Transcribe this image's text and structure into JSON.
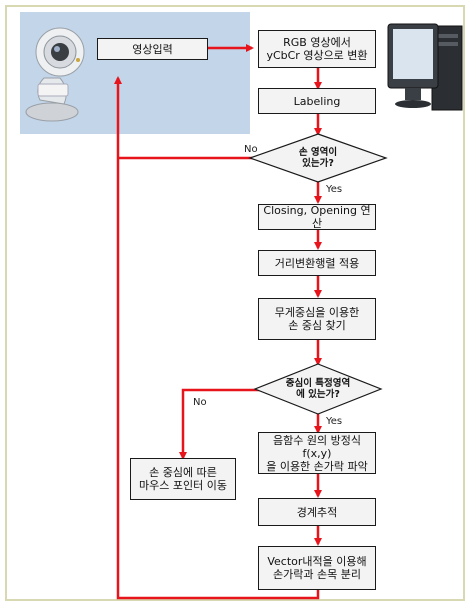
{
  "nodes": {
    "video_input": "영상입력",
    "rgb_convert": "RGB 영상에서\nyCbCr 영상으로 변환",
    "labeling": "Labeling",
    "hand_region_question": "손 영역이\n있는가?",
    "closing_opening": "Closing, Opening 연산",
    "distance_transform": "거리변환행렬 적용",
    "center_of_mass": "무게중심을 이용한\n손 중심 찾기",
    "center_region_question": "중심이 특정영역\n에 있는가?",
    "finger_detect": "음함수 원의 방정식f(x,y)\n을 이용한 손가락 파악",
    "mouse_move": "손 중심에 따른\n마우스 포인터 이동",
    "boundary_tracking": "경계추적",
    "vector_separate": "Vector내적을 이용해\n손가락과 손목 분리"
  },
  "labels": {
    "no1": "No",
    "yes1": "Yes",
    "no2": "No",
    "yes2": "Yes"
  },
  "colors": {
    "arrow": "#e8141b",
    "camera_panel": "#c3d5e8",
    "box_fill": "#f3f3f3",
    "frame": "#d8d9b3"
  },
  "icons": [
    "webcam-icon",
    "desktop-computer-icon"
  ]
}
